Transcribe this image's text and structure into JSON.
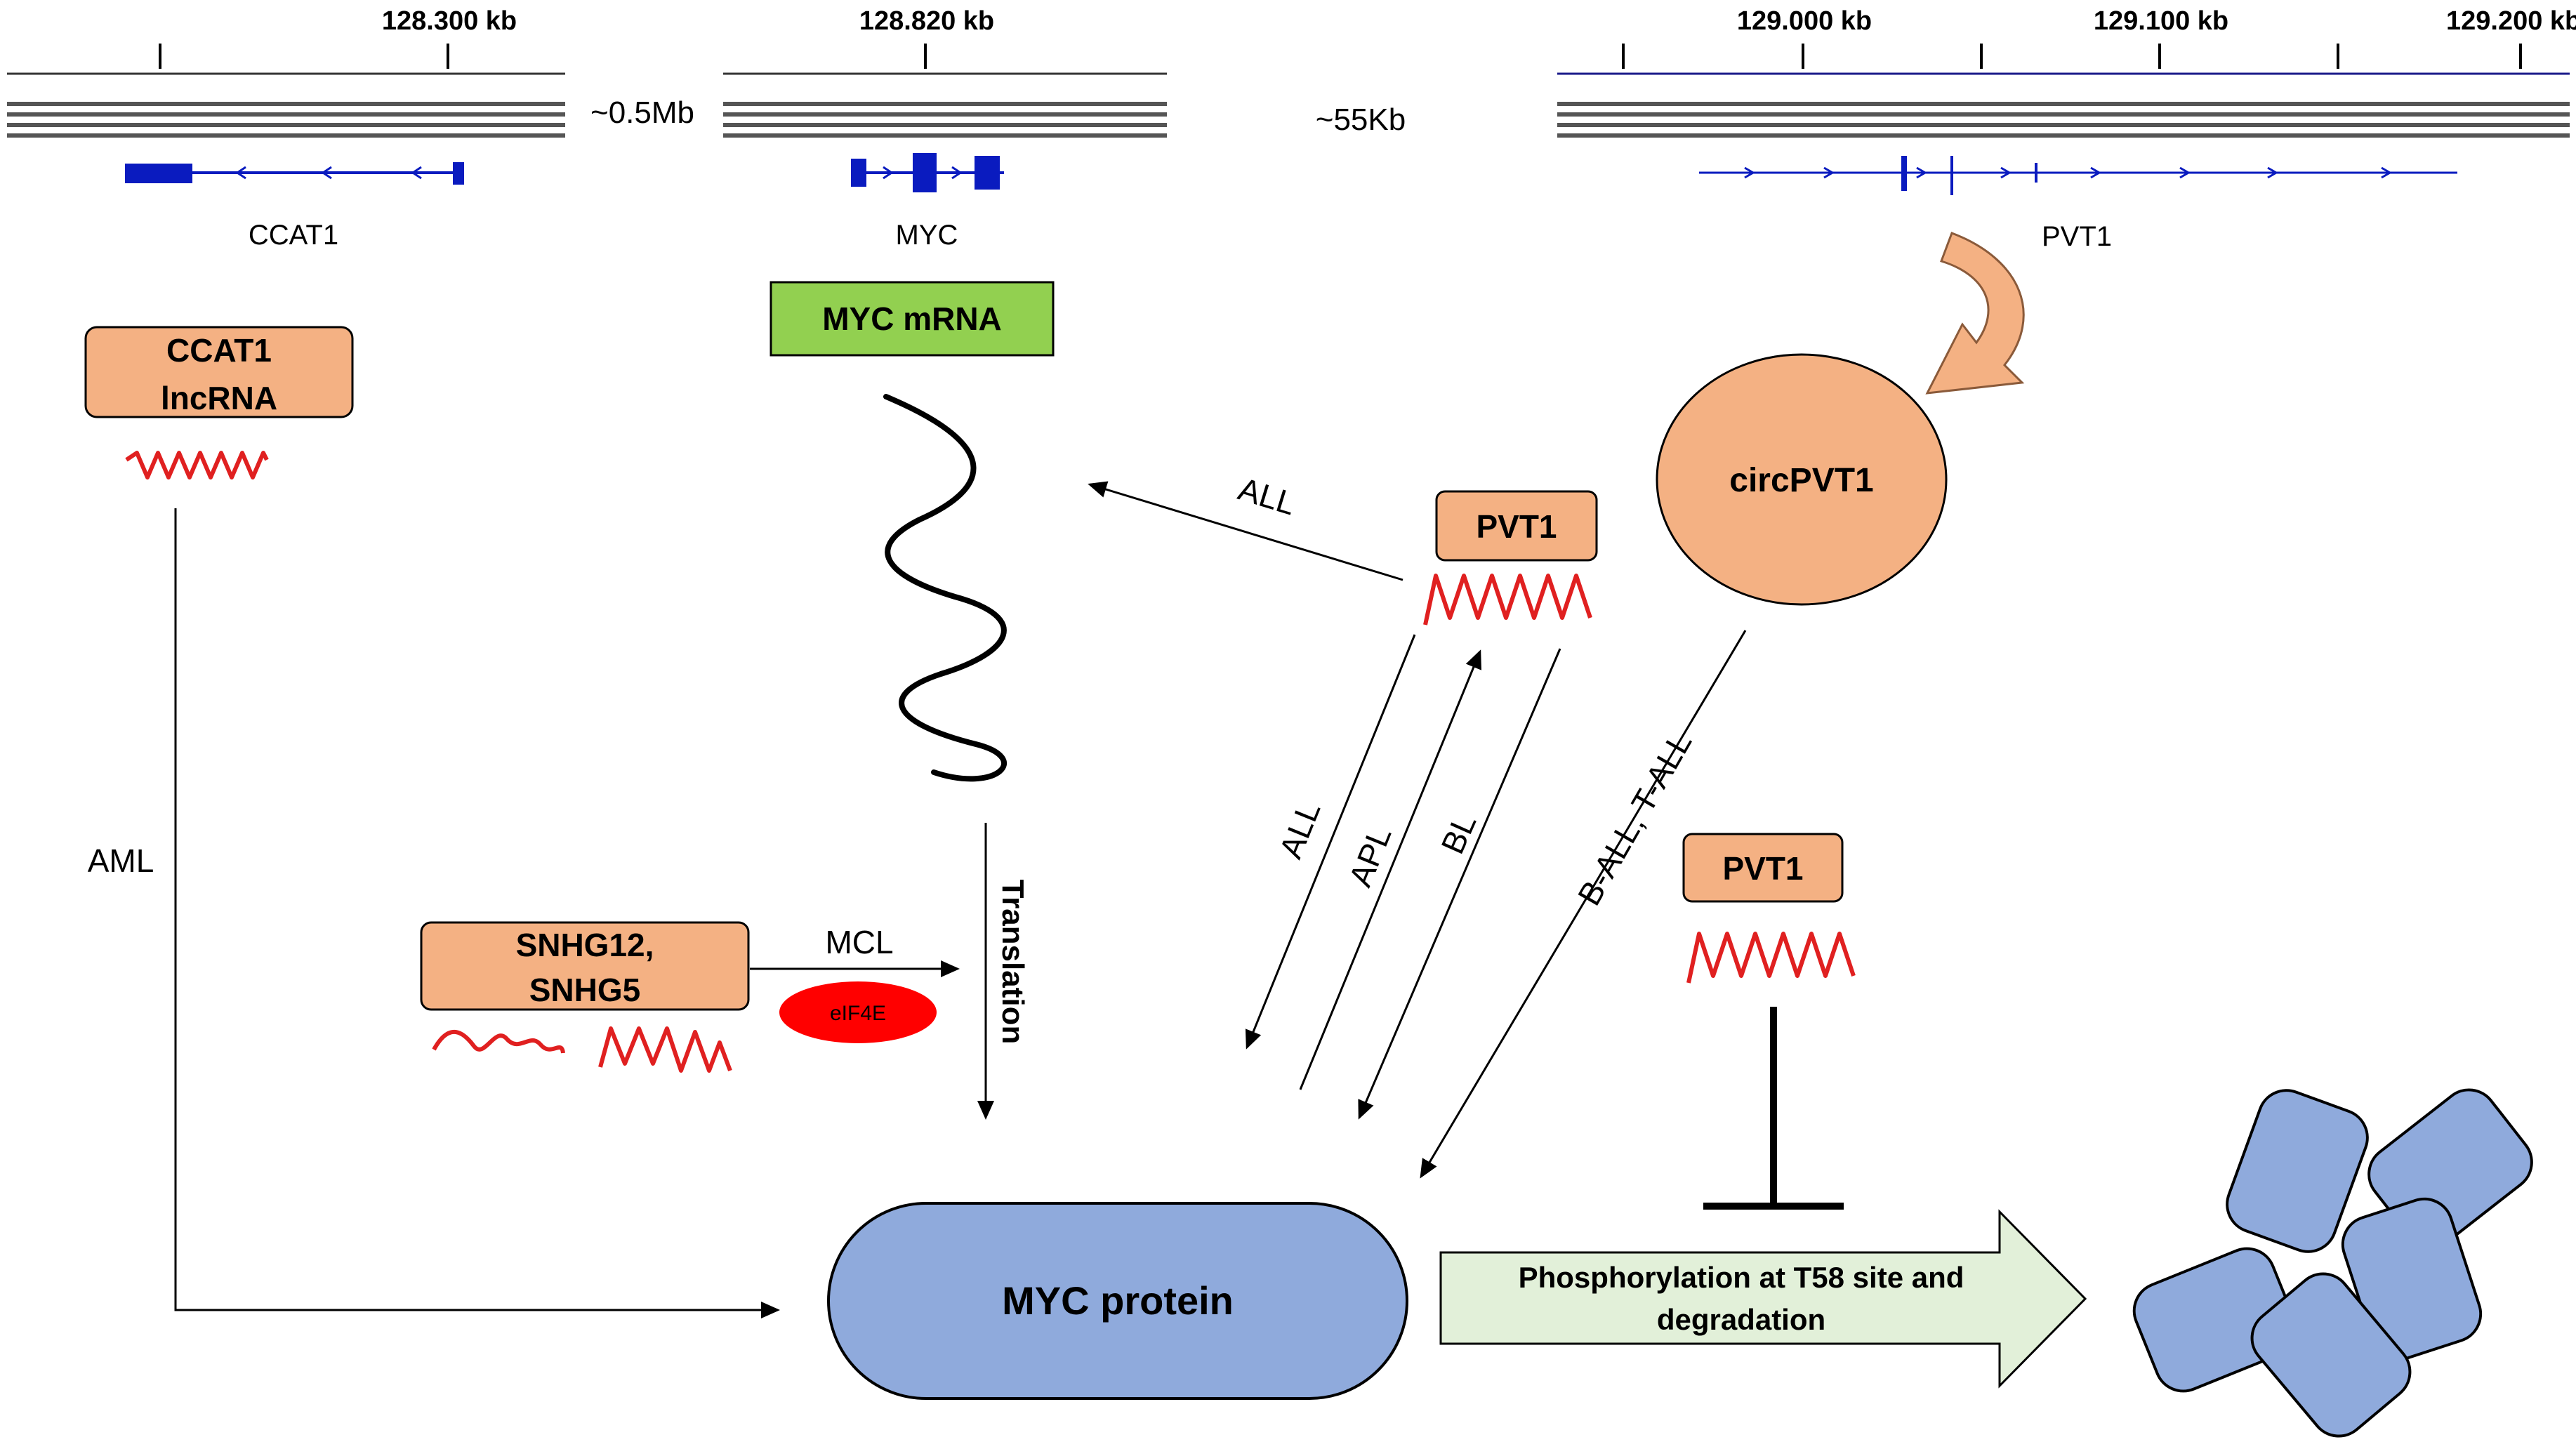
{
  "colors": {
    "gene_blue": "#0a1bbf",
    "track_gray": "#555555",
    "box_orange": "#f4b183",
    "mrna_green": "#92d050",
    "protein_blue": "#8faadc",
    "rna_red": "#e02020",
    "eif4e_red": "#ff0000",
    "arrow_green": "#e2f0d9"
  },
  "tracks": {
    "left_tick": "128.300 kb",
    "middle_tick": "128.820 kb",
    "right_ticks": [
      "129.000 kb",
      "129.100 kb",
      "129.200 kb"
    ],
    "gap_left": "~0.5Mb",
    "gap_right": "~55Kb"
  },
  "genes": {
    "ccat1": "CCAT1",
    "myc": "MYC",
    "pvt1": "PVT1"
  },
  "nodes": {
    "ccat1_lncrna_line1": "CCAT1",
    "ccat1_lncrna_line2": "lncRNA",
    "myc_mrna": "MYC mRNA",
    "pvt1_top": "PVT1",
    "circ_pvt1": "circPVT1",
    "snhg_line1": "SNHG12,",
    "snhg_line2": "SNHG5",
    "eif4e": "eIF4E",
    "pvt1_bottom": "PVT1",
    "myc_protein": "MYC protein",
    "degradation_line1": "Phosphorylation at  T58 site and",
    "degradation_line2": "degradation"
  },
  "edges": {
    "aml": "AML",
    "all_to_mrna": "ALL",
    "all_to_protein": "ALL",
    "apl": "APL",
    "bl": "BL",
    "ball_tall": "B-ALL, T-ALL",
    "mcl": "MCL",
    "translation": "Translation"
  }
}
